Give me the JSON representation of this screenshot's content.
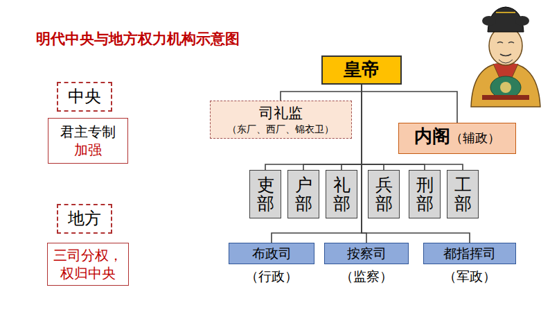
{
  "diagram": {
    "title": "明代中央与地方权力机构示意图",
    "nodes": [
      {
        "text": [
          "中央"
        ]
      },
      {
        "text": [
          "君主专制",
          "加强"
        ]
      },
      {
        "text": [
          "地方"
        ]
      },
      {
        "text": [
          "三司分权， 权归中央"
        ]
      },
      {
        "text": [
          "皇帝"
        ]
      },
      {
        "text": [
          "司礼监",
          "（东厂、西厂、锦衣卫）"
        ]
      },
      {
        "text": [
          "内阁",
          "（辅政）"
        ]
      },
      {
        "text": [
          "吏部"
        ]
      },
      {
        "text": [
          "户部"
        ]
      },
      {
        "text": [
          "礼部"
        ]
      },
      {
        "text": [
          "兵部"
        ]
      },
      {
        "text": [
          "刑部"
        ]
      },
      {
        "text": [
          "工部"
        ]
      },
      {
        "text": [
          "布政司",
          "（行政）"
        ]
      },
      {
        "text": [
          "按察司",
          "（监察）"
        ]
      },
      {
        "text": [
          "都指挥司",
          "（军政）"
        ]
      }
    ],
    "edges": [
      {
        "from": 4,
        "to": 5,
        "arrow": "none"
      },
      {
        "from": 4,
        "to": 6,
        "arrow": "none"
      },
      {
        "from": 4,
        "to": 7,
        "arrow": "none"
      },
      {
        "from": 4,
        "to": 8,
        "arrow": "none"
      },
      {
        "from": 4,
        "to": 9,
        "arrow": "none"
      },
      {
        "from": 4,
        "to": 10,
        "arrow": "none"
      },
      {
        "from": 4,
        "to": 11,
        "arrow": "none"
      },
      {
        "from": 4,
        "to": 12,
        "arrow": "none"
      },
      {
        "from": 4,
        "to": 13,
        "arrow": "none"
      },
      {
        "from": 4,
        "to": 14,
        "arrow": "none"
      },
      {
        "from": 4,
        "to": 15,
        "arrow": "none"
      }
    ]
  }
}
